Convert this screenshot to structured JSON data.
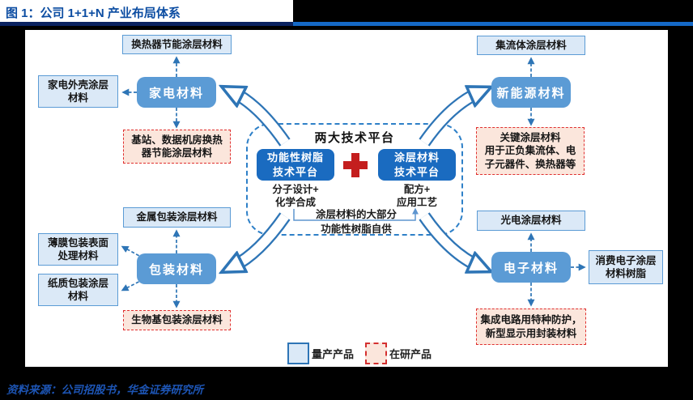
{
  "title": "图 1：公司 1+1+N 产业布局体系",
  "source": "资料来源：公司招股书，华金证券研究所",
  "center": {
    "title": "两大技术平台",
    "left_platform": "功能性树脂\n技术平台",
    "left_desc": "分子设计+\n化学合成",
    "right_platform": "涂层材料\n技术平台",
    "right_desc": "配方+\n应用工艺",
    "note_line1": "涂层材料的大部分",
    "note_line2": "功能性树脂自供"
  },
  "clusters": [
    {
      "name": "home-appliance",
      "hub": "家电材料",
      "satellites": [
        {
          "label": "换热器节能涂层材料",
          "type": "mass"
        },
        {
          "label": "家电外壳涂层\n材料",
          "type": "mass"
        },
        {
          "label": "基站、数据机房换热\n器节能涂层材料",
          "type": "dev"
        }
      ]
    },
    {
      "name": "new-energy",
      "hub": "新能源材料",
      "satellites": [
        {
          "label": "集流体涂层材料",
          "type": "mass"
        },
        {
          "label": "关键涂层材料\n用于正负集流体、电\n子元器件、换热器等",
          "type": "dev"
        }
      ]
    },
    {
      "name": "packaging",
      "hub": "包装材料",
      "satellites": [
        {
          "label": "金属包装涂层材料",
          "type": "mass"
        },
        {
          "label": "薄膜包装表面\n处理材料",
          "type": "mass"
        },
        {
          "label": "纸质包装涂层\n材料",
          "type": "mass"
        },
        {
          "label": "生物基包装涂层材料",
          "type": "dev"
        }
      ]
    },
    {
      "name": "electronics",
      "hub": "电子材料",
      "satellites": [
        {
          "label": "光电涂层材料",
          "type": "mass"
        },
        {
          "label": "消费电子涂层\n材料树脂",
          "type": "mass"
        },
        {
          "label": "集成电路用特种防护，\n新型显示用封装材料",
          "type": "dev"
        }
      ]
    }
  ],
  "legend": {
    "mass": "量产产品",
    "dev": "在研产品"
  },
  "colors": {
    "accent_blue": "#2e75b6",
    "hub_blue": "#5b9bd5",
    "deep_blue": "#1a6bc0",
    "light_blue_fill": "#dbe9f7",
    "pink_fill": "#fbe6dc",
    "red_dashed_border": "#e03030",
    "cross_red": "#c41e1e",
    "title_blue": "#0c4da2",
    "rule_navy": "#0a2260",
    "rule_blue": "#1569c7",
    "source_blue": "#1d55b5"
  }
}
